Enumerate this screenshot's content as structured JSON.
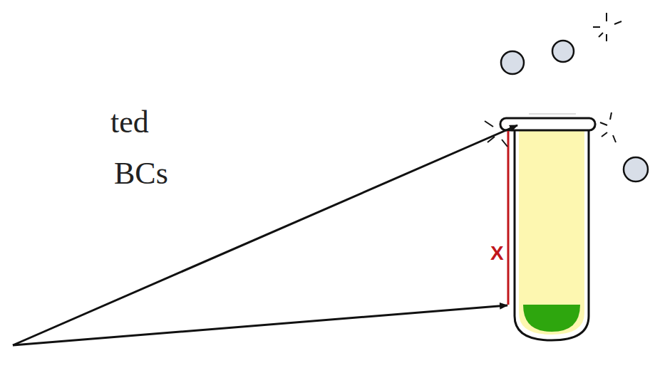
{
  "diagram": {
    "labels": [
      "ted",
      "BCs",
      "X"
    ]
  }
}
